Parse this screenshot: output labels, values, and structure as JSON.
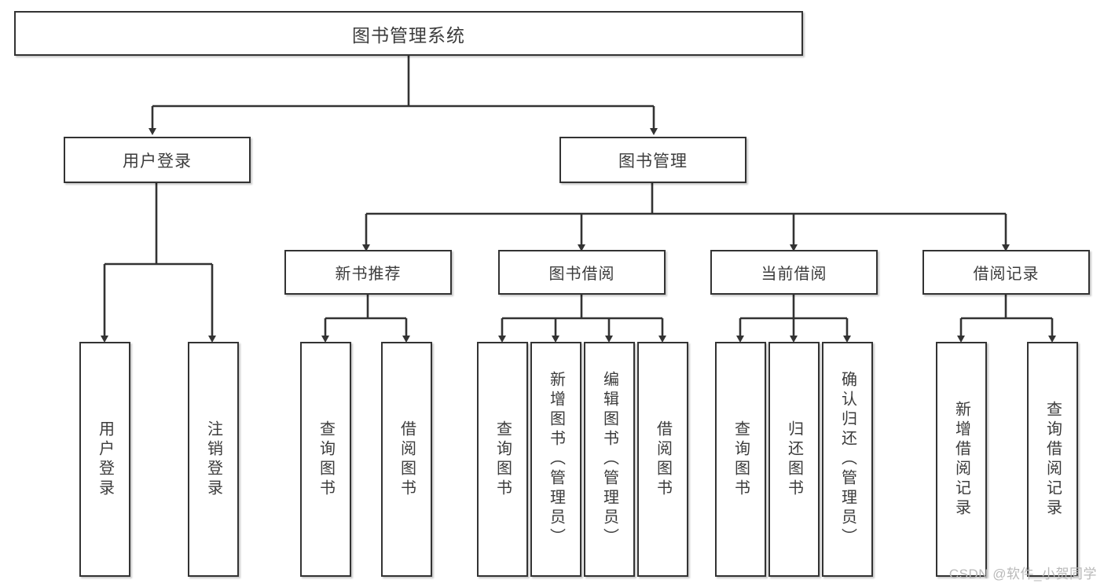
{
  "diagram": {
    "title": "图书管理系统",
    "type": "tree",
    "colors": {
      "box_border": "#333333",
      "box_fill": "#ffffff",
      "text": "#3c3c3c",
      "connector": "#333333",
      "watermark": "#b9b9b9",
      "background": "#ffffff"
    },
    "root": {
      "label": "图书管理系统"
    },
    "level2": [
      {
        "label": "用户登录"
      },
      {
        "label": "图书管理"
      }
    ],
    "level3": [
      {
        "label": "新书推荐"
      },
      {
        "label": "图书借阅"
      },
      {
        "label": "当前借阅"
      },
      {
        "label": "借阅记录"
      }
    ],
    "leaves": {
      "user_login": [
        {
          "label": "用户登录"
        },
        {
          "label": "注销登录"
        }
      ],
      "new_book_recommend": [
        {
          "label": "查询图书"
        },
        {
          "label": "借阅图书"
        }
      ],
      "book_borrow": [
        {
          "label": "查询图书"
        },
        {
          "label": "新增图书（管理员）"
        },
        {
          "label": "编辑图书（管理员）"
        },
        {
          "label": "借阅图书"
        }
      ],
      "current_borrow": [
        {
          "label": "查询图书"
        },
        {
          "label": "归还图书"
        },
        {
          "label": "确认归还（管理员）"
        }
      ],
      "borrow_record": [
        {
          "label": "新增借阅记录"
        },
        {
          "label": "查询借阅记录"
        }
      ]
    }
  },
  "watermark": {
    "text": "CSDN @软件_小贺同学"
  }
}
